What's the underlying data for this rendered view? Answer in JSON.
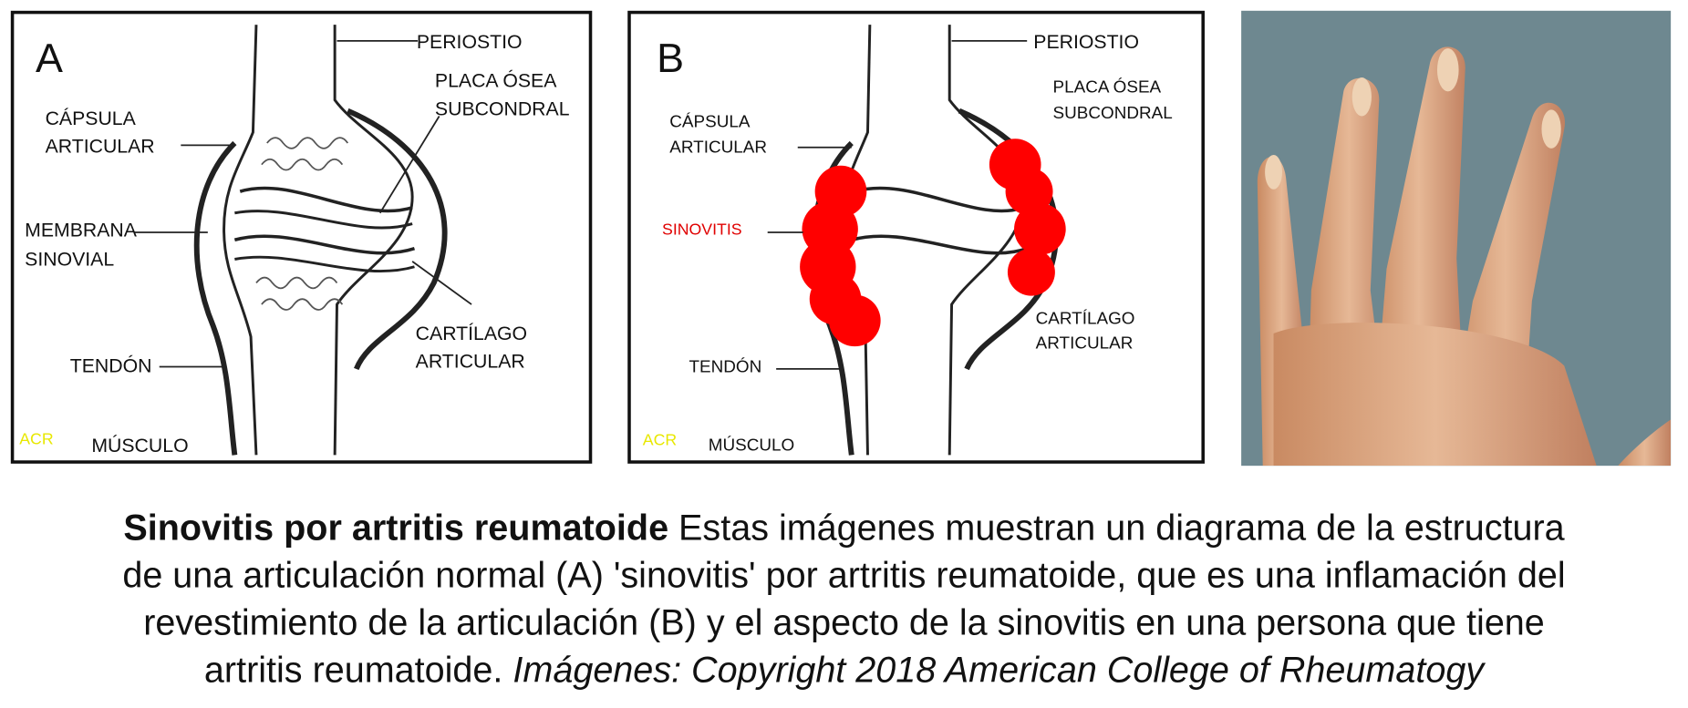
{
  "panel_a": {
    "letter": "A",
    "labels": {
      "periostio": "PERIOSTIO",
      "placa1": "PLACA ÓSEA",
      "placa2": "SUBCONDRAL",
      "capsula1": "CÁPSULA",
      "capsula2": "ARTICULAR",
      "membrana1": "MEMBRANA",
      "membrana2": "SINOVIAL",
      "cartilago1": "CARTÍLAGO",
      "cartilago2": "ARTICULAR",
      "tendon": "TENDÓN",
      "musculo": "MÚSCULO",
      "acr": "ACR"
    }
  },
  "panel_b": {
    "letter": "B",
    "labels": {
      "periostio": "PERIOSTIO",
      "placa1": "PLACA ÓSEA",
      "placa2": "SUBCONDRAL",
      "capsula1": "CÁPSULA",
      "capsula2": "ARTICULAR",
      "sinovitis": "SINOVITIS",
      "cartilago1": "CARTÍLAGO",
      "cartilago2": "ARTICULAR",
      "tendon": "TENDÓN",
      "musculo": "MÚSCULO",
      "acr": "ACR"
    }
  },
  "colors": {
    "inflammation": "#ff0000",
    "background_photo": "#6e8890",
    "skin": "#d9a07a"
  },
  "caption": {
    "title": "Sinovitis por artritis reumatoide",
    "line1": " Estas imágenes muestran un diagrama de la estructura",
    "line2": "de una articulación normal (A) 'sinovitis' por artritis reumatoide, que es una inflamación del",
    "line3": "revestimiento de la articulación (B) y el aspecto de la sinovitis en una persona que tiene",
    "line4": "artritis reumatoide. ",
    "credit": "Imágenes: Copyright 2018 American College of Rheumatogy"
  }
}
